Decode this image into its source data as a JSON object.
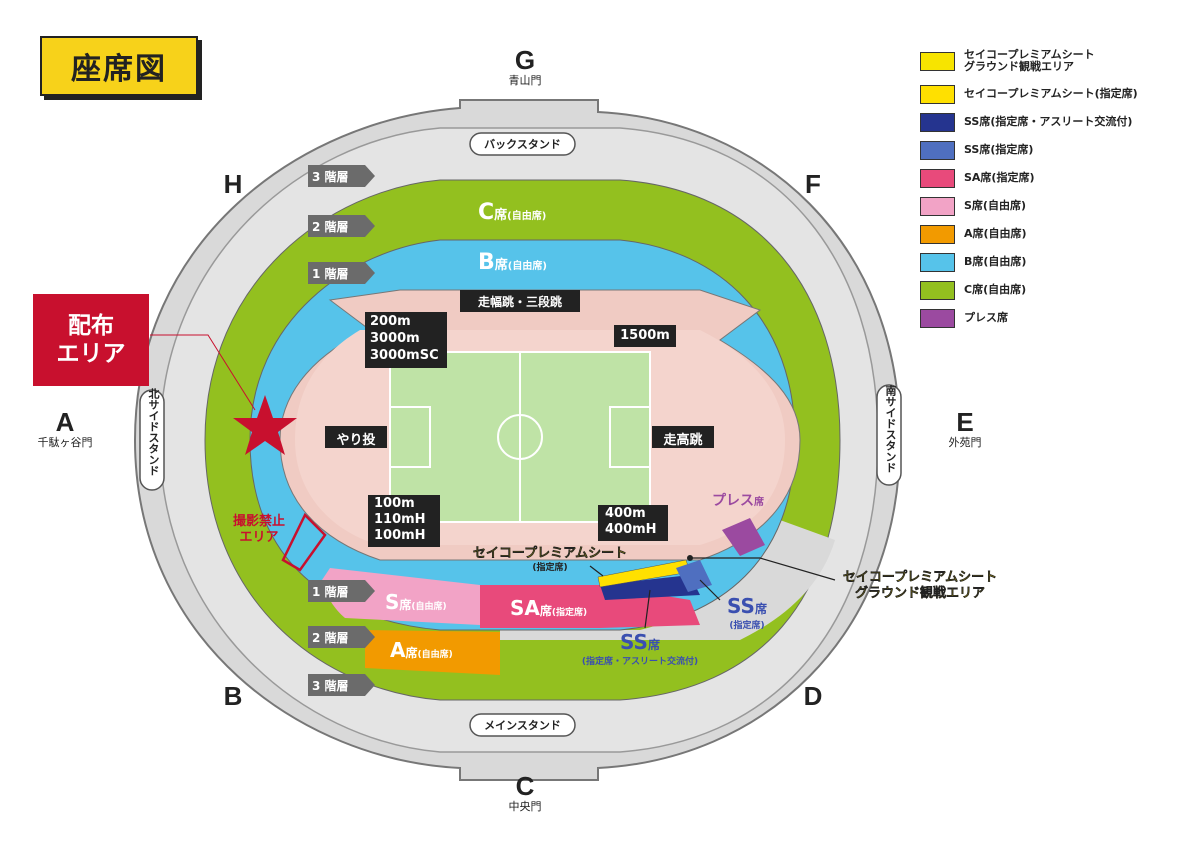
{
  "title": "座席図",
  "gates": {
    "G": {
      "letter": "G",
      "name": "青山門"
    },
    "A": {
      "letter": "A",
      "name": "千駄ヶ谷門"
    },
    "E": {
      "letter": "E",
      "name": "外苑門"
    },
    "C": {
      "letter": "C",
      "name": "中央門"
    },
    "H": {
      "letter": "H"
    },
    "F": {
      "letter": "F"
    },
    "B": {
      "letter": "B"
    },
    "D": {
      "letter": "D"
    }
  },
  "stands": {
    "back": "バックスタンド",
    "main": "メインスタンド",
    "north": "北サイドスタンド",
    "south": "南サイドスタンド"
  },
  "floors": {
    "f3": "3 階層",
    "f2": "2 階層",
    "f1": "1 階層"
  },
  "field_labels": {
    "jump": "走幅跳・三段跳",
    "start200": "200m",
    "start3000": "3000m",
    "start3000sc": "3000mSC",
    "start1500": "1500m",
    "javelin": "やり投",
    "highjump": "走高跳",
    "start100": "100m",
    "start110": "110mH",
    "start100h": "100mH",
    "start400": "400m",
    "start400h": "400mH"
  },
  "seats": {
    "c_seat": {
      "main": "C",
      "suffix": "席",
      "sub": "(自由席)"
    },
    "b_seat": {
      "main": "B",
      "suffix": "席",
      "sub": "(自由席)"
    },
    "s_seat": {
      "main": "S",
      "suffix": "席",
      "sub": "(自由席)"
    },
    "sa_seat": {
      "main": "SA",
      "suffix": "席",
      "sub": "(指定席)"
    },
    "a_seat": {
      "main": "A",
      "suffix": "席",
      "sub": "(自由席)"
    },
    "ss_seat1": {
      "main": "SS",
      "suffix": "席",
      "sub": "(指定席)"
    },
    "ss_seat2": {
      "main": "SS",
      "suffix": "席",
      "sub": "(指定席・アスリート交流付)"
    },
    "press": {
      "main": "プレス",
      "suffix": "席"
    }
  },
  "callouts": {
    "premium_seat": {
      "line1": "セイコープレミアムシート",
      "line2": "(指定席)"
    },
    "premium_ground": {
      "line1": "セイコープレミアムシート",
      "line2": "グラウンド観戦エリア"
    },
    "no_photo": {
      "line1": "撮影禁止",
      "line2": "エリア"
    },
    "distribution": {
      "line1": "配布",
      "line2": "エリア"
    }
  },
  "legend": [
    {
      "label": "セイコープレミアムシート",
      "label2": "グラウンド観戦エリア",
      "color": "#f7e400"
    },
    {
      "label": "セイコープレミアムシート(指定席)",
      "color": "#ffe000"
    },
    {
      "label": "SS席(指定席・アスリート交流付)",
      "color": "#25348f"
    },
    {
      "label": "SS席(指定席)",
      "color": "#4f6fc0"
    },
    {
      "label": "SA席(指定席)",
      "color": "#e84a7b"
    },
    {
      "label": "S席(自由席)",
      "color": "#f2a3c6"
    },
    {
      "label": "A席(自由席)",
      "color": "#f29a00"
    },
    {
      "label": "B席(自由席)",
      "color": "#56c3ea"
    },
    {
      "label": "C席(自由席)",
      "color": "#93c01f"
    },
    {
      "label": "プレス席",
      "color": "#9b4aa0"
    }
  ],
  "colors": {
    "c": "#93c01f",
    "b": "#56c3ea",
    "s": "#f2a3c6",
    "sa": "#e84a7b",
    "a": "#f29a00",
    "ss": "#4f6fc0",
    "ss_athlete": "#25348f",
    "premium": "#ffe000",
    "press": "#9b4aa0",
    "track": "#f0cbc3",
    "field": "#bfe3a6",
    "concourse": "#d9d9d9",
    "accent": "#c8102e",
    "title_bg": "#f7d21a"
  }
}
